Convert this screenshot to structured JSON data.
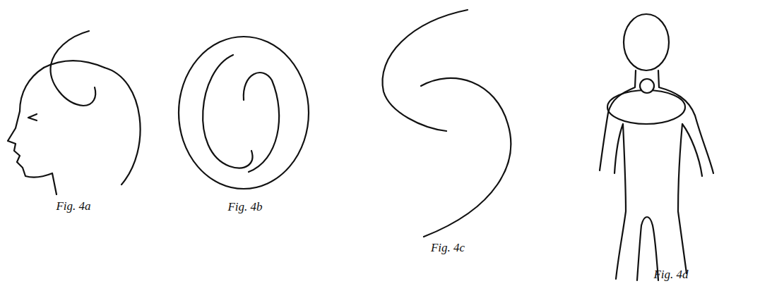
{
  "diagram": {
    "labels": [
      "Fig. 4a",
      "Fig. 4b",
      "Fig. 4c",
      "Fig. 4d"
    ]
  }
}
